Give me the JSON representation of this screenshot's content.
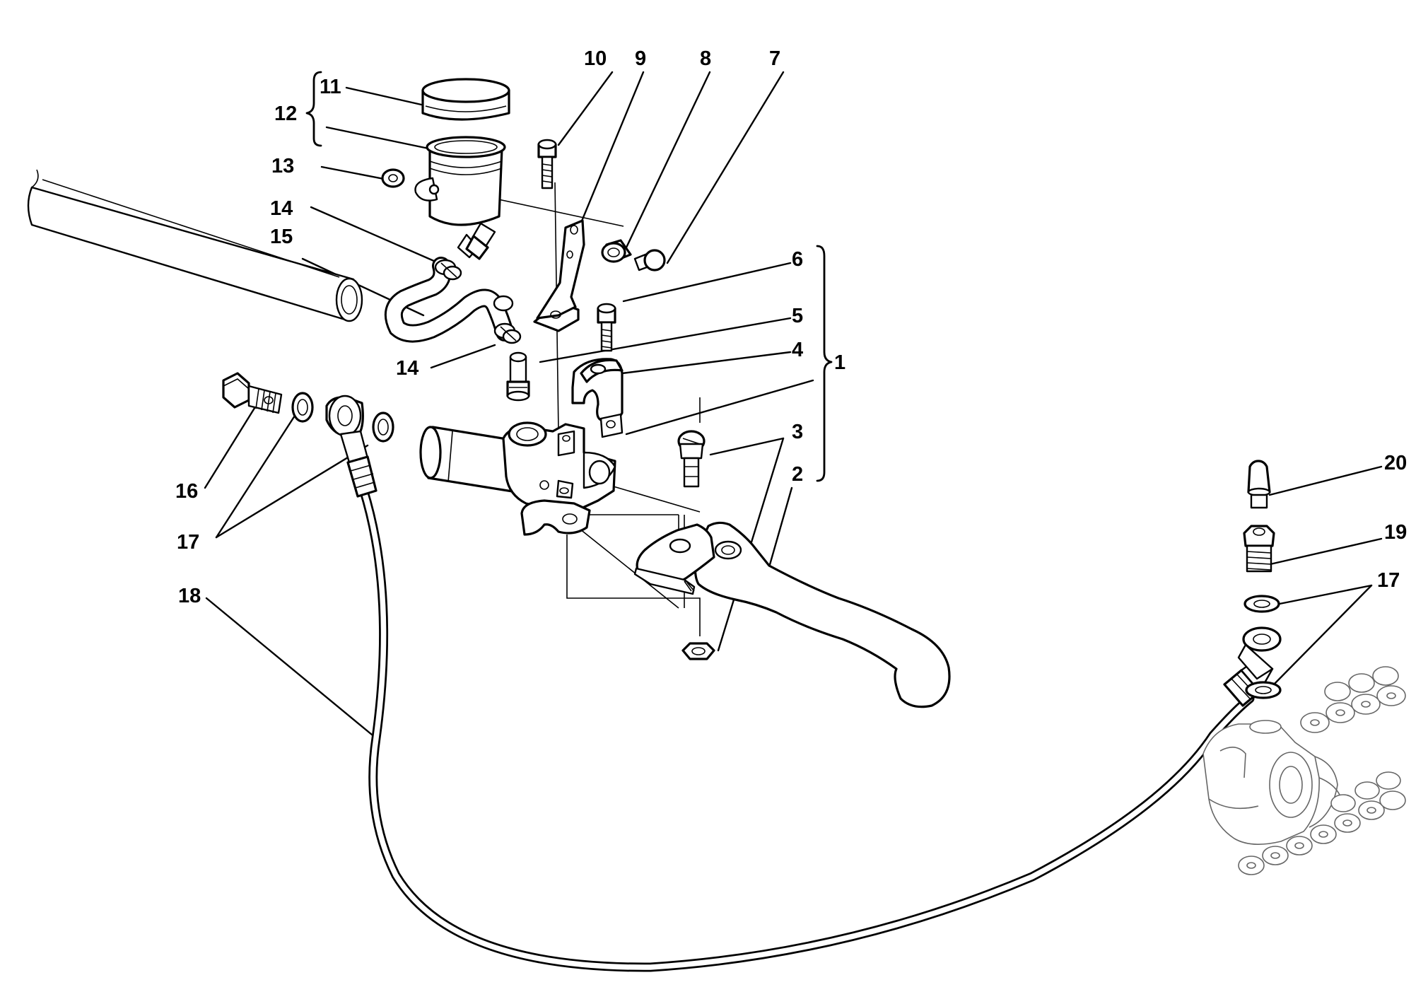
{
  "callouts": [
    {
      "id": "c1",
      "text": "1"
    },
    {
      "id": "c2",
      "text": "2"
    },
    {
      "id": "c3",
      "text": "3"
    },
    {
      "id": "c4",
      "text": "4"
    },
    {
      "id": "c5",
      "text": "5"
    },
    {
      "id": "c6",
      "text": "6"
    },
    {
      "id": "c7",
      "text": "7"
    },
    {
      "id": "c8",
      "text": "8"
    },
    {
      "id": "c9",
      "text": "9"
    },
    {
      "id": "c10",
      "text": "10"
    },
    {
      "id": "c11",
      "text": "11"
    },
    {
      "id": "c12",
      "text": "12"
    },
    {
      "id": "c13",
      "text": "13"
    },
    {
      "id": "c14a",
      "text": "14"
    },
    {
      "id": "c14b",
      "text": "14"
    },
    {
      "id": "c15",
      "text": "15"
    },
    {
      "id": "c16",
      "text": "16"
    },
    {
      "id": "c17a",
      "text": "17"
    },
    {
      "id": "c17b",
      "text": "17"
    },
    {
      "id": "c18",
      "text": "18"
    },
    {
      "id": "c19",
      "text": "19"
    },
    {
      "id": "c20",
      "text": "20"
    }
  ]
}
